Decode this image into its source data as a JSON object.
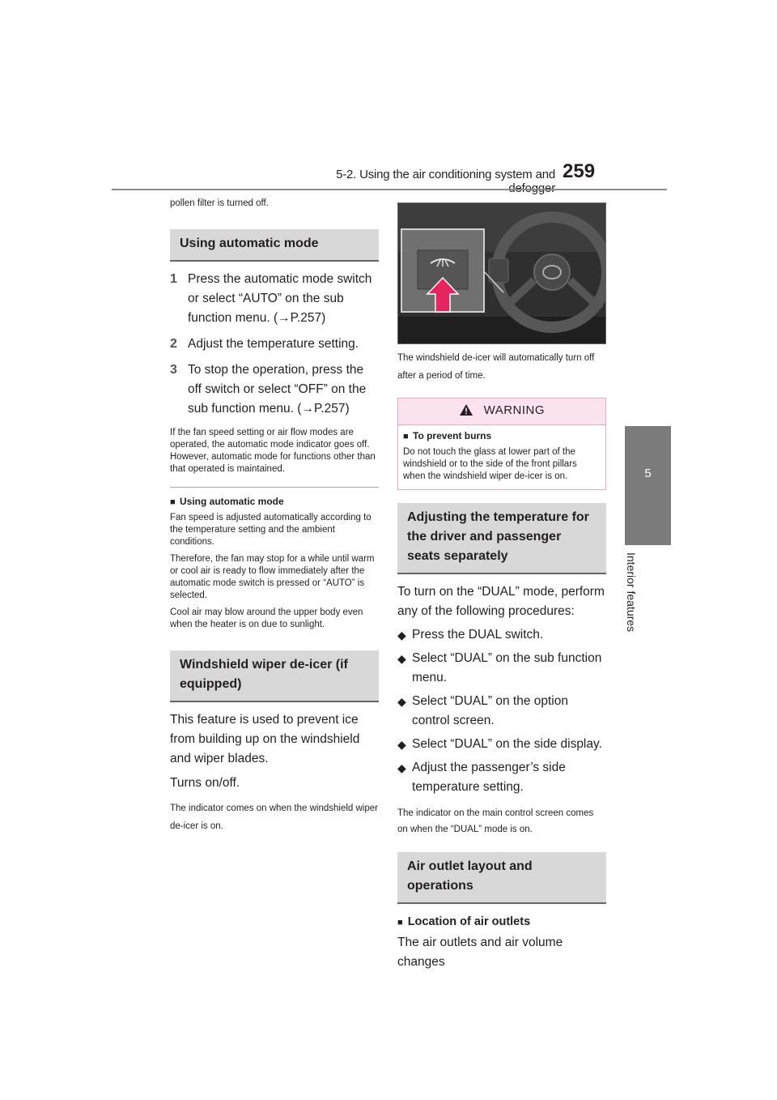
{
  "header": {
    "title": "5-2. Using the air conditioning system and defogger",
    "page_number": "259"
  },
  "side_tab": {
    "chapter": "5",
    "label": "Interior features"
  },
  "left": {
    "intro": "pollen filter is turned off.",
    "automatic_mode": {
      "heading": "Using automatic mode",
      "steps": [
        {
          "num": "1",
          "text": "Press the automatic mode switch or select “AUTO” on the sub function menu. (→P.257)"
        },
        {
          "num": "2",
          "text": "Adjust the temperature setting."
        },
        {
          "num": "3",
          "text": "To stop the operation, press the off switch or select “OFF” on the sub function menu. (→P.257)"
        }
      ],
      "note": "If the fan speed setting or air flow modes are operated, the automatic mode indicator goes off. However, automatic mode for functions other than that operated is maintained.",
      "sub_heading": "Using automatic mode",
      "sub_icon": "■",
      "paragraphs": [
        "Fan speed is adjusted automatically according to the temperature setting and the ambient conditions.",
        "Therefore, the fan may stop for a while until warm or cool air is ready to flow immediately after the automatic mode switch is pressed or “AUTO” is selected.",
        "Cool air may blow around the upper body even when the heater is on due to sunlight."
      ]
    },
    "wiper_deicer": {
      "heading": "Windshield wiper de-icer (if equipped)",
      "body1": "This feature is used to prevent ice from building up on the windshield and wiper blades.",
      "body2": "Turns on/off.",
      "note": "The indicator comes on when the windshield wiper de-icer is on."
    }
  },
  "right": {
    "image_caption": "The windshield de-icer will automatically turn off after a period of time.",
    "warning": {
      "title": "WARNING",
      "icon": "warning-triangle",
      "sub_icon": "■",
      "sub_heading": "To prevent burns",
      "text": "Do not touch the glass at lower part of the windshield or to the side of the front pillars when the windshield wiper de-icer is on."
    },
    "dual": {
      "heading": "Adjusting the temperature for the driver and passenger seats separately",
      "intro": "To turn on the “DUAL” mode, perform any of the following procedures:",
      "bullet_icon": "◆",
      "bullets": [
        "Press the DUAL switch.",
        "Select “DUAL” on the sub function menu.",
        "Select “DUAL” on the option control screen.",
        "Select “DUAL” on the side display.",
        "Adjust the passenger’s side temperature setting."
      ],
      "note": "The indicator on the main control screen comes on when the “DUAL” mode is on."
    },
    "air_outlet": {
      "heading": "Air outlet layout and operations",
      "sub_icon": "■",
      "sub_heading": "Location of air outlets",
      "body": "The air outlets and air volume changes"
    }
  },
  "colors": {
    "heading_bg": "#d8d8d8",
    "warning_border": "#e8a6c9",
    "warning_bg": "#fbe2ef",
    "arrow": "#e6245f",
    "side_tab": "#7b7b7b"
  }
}
